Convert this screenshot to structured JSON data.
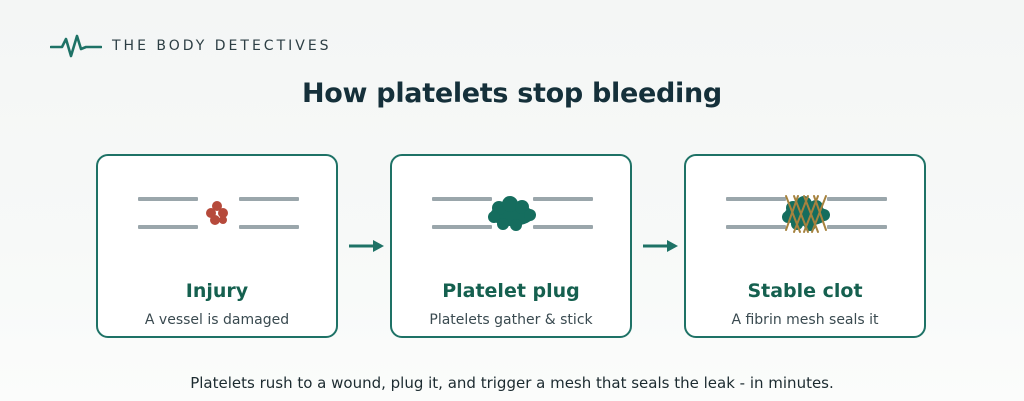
{
  "brand": {
    "name": "THE BODY DETECTIVES",
    "icon": "heartbeat-pulse-icon"
  },
  "title": "How platelets stop bleeding",
  "steps": [
    {
      "title": "Injury",
      "description": "A vessel is damaged",
      "illustration": "damaged-vessel-icon"
    },
    {
      "title": "Platelet plug",
      "description": "Platelets gather & stick",
      "illustration": "platelet-plug-icon"
    },
    {
      "title": "Stable clot",
      "description": "A fibrin mesh seals it",
      "illustration": "fibrin-clot-icon"
    }
  ],
  "caption": "Platelets rush to a wound, plug it, and trigger a mesh that seals the leak - in minutes.",
  "colors": {
    "accent": "#1e7266",
    "card_title": "#15604f",
    "injury_red": "#b64a3b",
    "platelet_teal": "#156d5e",
    "fibrin_brown": "#a6823e",
    "vessel_gray": "#9aa6ab"
  }
}
